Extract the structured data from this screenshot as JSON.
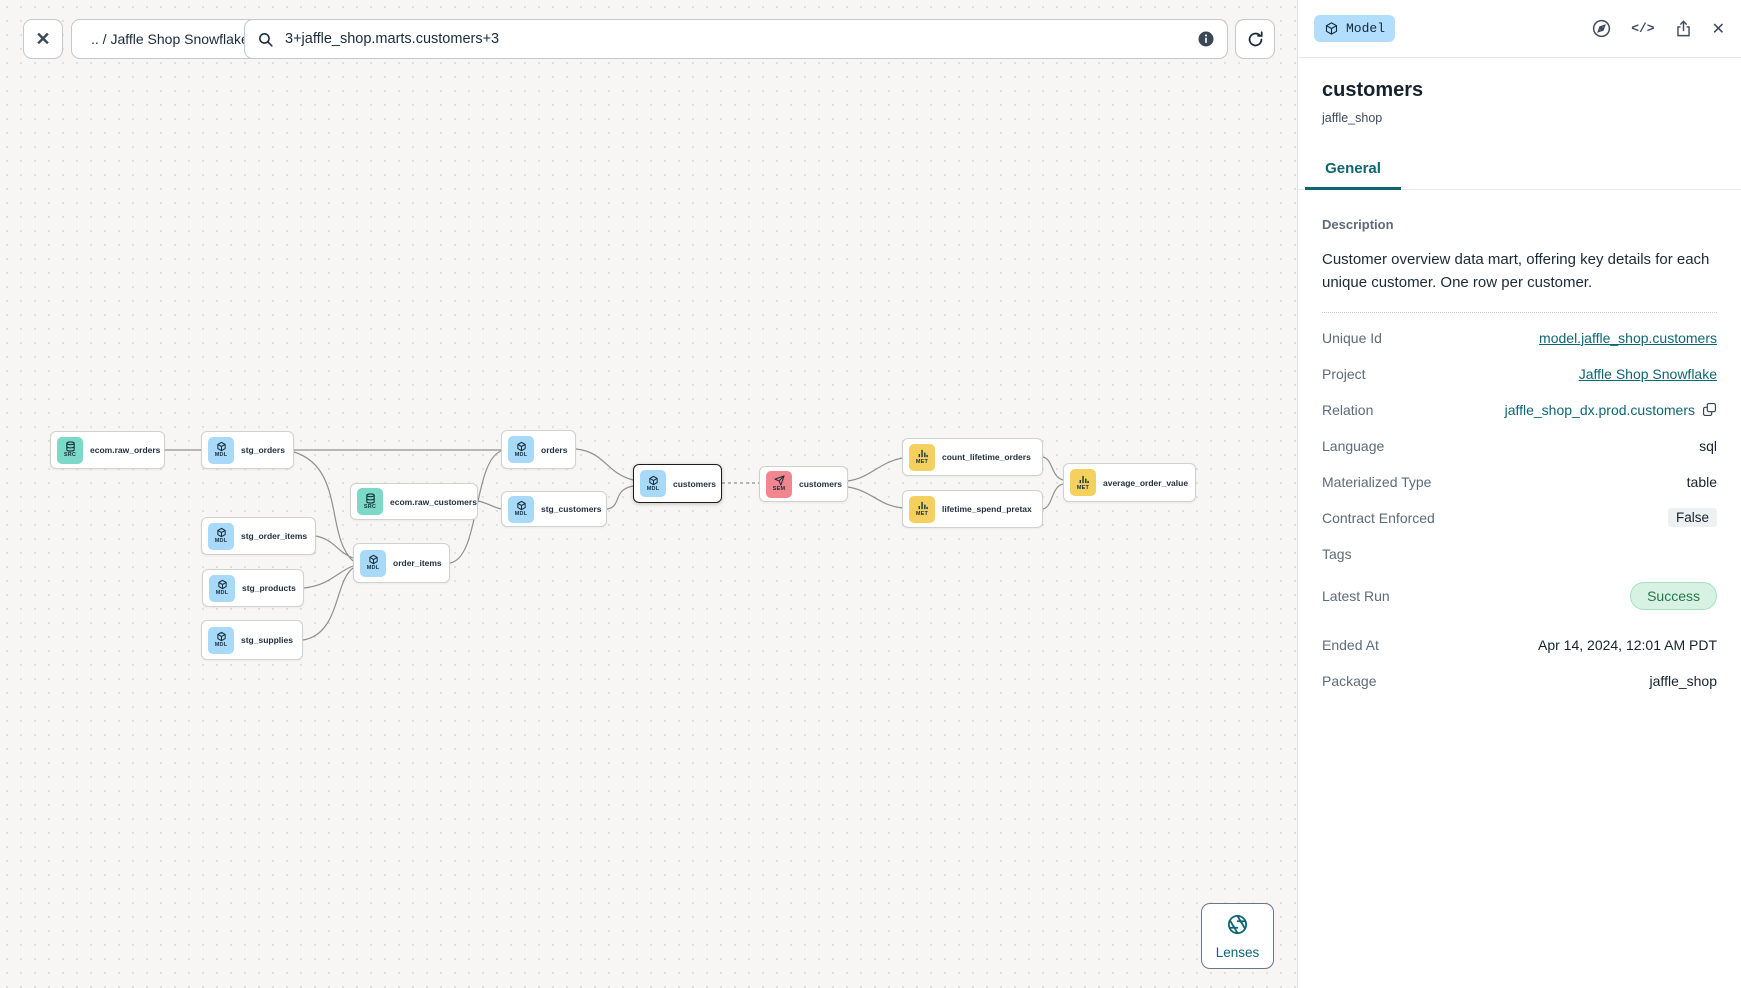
{
  "topbar": {
    "close_label": "✕",
    "breadcrumb": ".. / Jaffle Shop Snowflake",
    "search_value": "3+jaffle_shop.marts.customers+3"
  },
  "graph": {
    "lenses_label": "Lenses",
    "nodes": [
      {
        "label": "ecom.raw_orders",
        "kind": "SRC"
      },
      {
        "label": "stg_orders",
        "kind": "MDL"
      },
      {
        "label": "ecom.raw_customers",
        "kind": "SRC"
      },
      {
        "label": "stg_order_items",
        "kind": "MDL"
      },
      {
        "label": "order_items",
        "kind": "MDL"
      },
      {
        "label": "stg_products",
        "kind": "MDL"
      },
      {
        "label": "stg_supplies",
        "kind": "MDL"
      },
      {
        "label": "orders",
        "kind": "MDL"
      },
      {
        "label": "stg_customers",
        "kind": "MDL"
      },
      {
        "label": "customers",
        "kind": "MDL",
        "selected": true
      },
      {
        "label": "customers",
        "kind": "SEM"
      },
      {
        "label": "count_lifetime_orders",
        "kind": "MET"
      },
      {
        "label": "lifetime_spend_pretax",
        "kind": "MET"
      },
      {
        "label": "average_order_value",
        "kind": "MET"
      }
    ]
  },
  "panel": {
    "badge": "Model",
    "title": "customers",
    "subtitle": "jaffle_shop",
    "tab": "General",
    "description_label": "Description",
    "description": "Customer overview data mart, offering key details for each unique customer. One row per customer.",
    "rows": [
      {
        "label": "Unique Id",
        "value": "model.jaffle_shop.customers"
      },
      {
        "label": "Project",
        "value": "Jaffle Shop Snowflake"
      },
      {
        "label": "Relation",
        "value": "jaffle_shop_dx.prod.customers"
      },
      {
        "label": "Language",
        "value": "sql"
      },
      {
        "label": "Materialized Type",
        "value": "table"
      },
      {
        "label": "Contract Enforced",
        "value": "False"
      },
      {
        "label": "Tags",
        "value": ""
      },
      {
        "label": "Latest Run",
        "value": "Success"
      },
      {
        "label": "Ended At",
        "value": "Apr 14, 2024, 12:01 AM PDT"
      },
      {
        "label": "Package",
        "value": "jaffle_shop"
      }
    ]
  },
  "colors": {
    "accent_teal": "#0E6673",
    "model_badge_blue": "#B3DDFC",
    "src_chip": "#7CD9C7",
    "mdl_chip": "#A9D9F8",
    "met_chip": "#F4D05E",
    "sem_chip": "#F2868F",
    "success_bg": "#D7F2E2",
    "success_text": "#25754C"
  }
}
